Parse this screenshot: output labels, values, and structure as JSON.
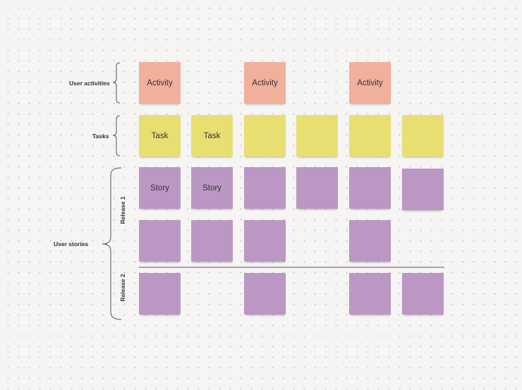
{
  "colors": {
    "activity": "#f0b09c",
    "task": "#e8df73",
    "story": "#bb98c4",
    "background": "#f6f5f4"
  },
  "labels": {
    "user_activities": "User activities",
    "tasks": "Tasks",
    "user_stories": "User stories",
    "release_1": "Release 1",
    "release_2": "Release 2"
  },
  "activities": [
    "Activity",
    "",
    "Activity",
    "",
    "Activity",
    ""
  ],
  "tasks": [
    "Task",
    "Task",
    "",
    "",
    "",
    ""
  ],
  "release_1_row_1": [
    "Story",
    "Story",
    "",
    "",
    "",
    ""
  ],
  "release_1_row_2": [
    "",
    "",
    "",
    "",
    ""
  ],
  "release_2_row_1": [
    "",
    "",
    "",
    ""
  ]
}
